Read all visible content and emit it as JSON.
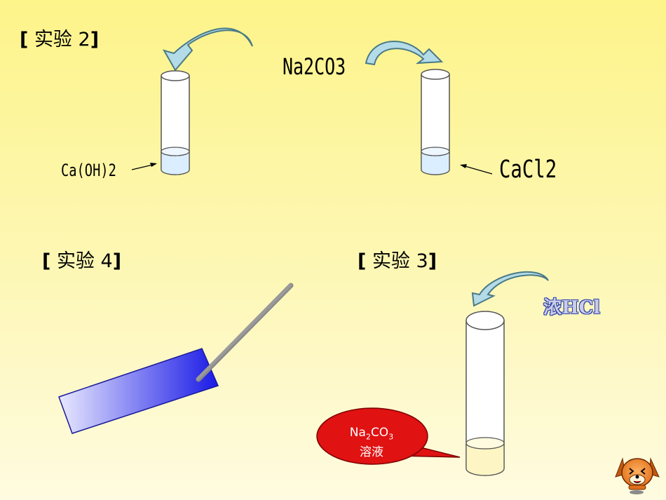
{
  "experiment2": {
    "open": "[",
    "name": "实验",
    "num": "2",
    "close": "]"
  },
  "experiment4": {
    "open": "[",
    "name": "实验",
    "num": "4",
    "close": "]"
  },
  "experiment3": {
    "open": "[",
    "name": "实验",
    "num": "3",
    "close": "]"
  },
  "reagents": {
    "na2co3": "Na2CO3",
    "caoh2": "Ca(OH)2",
    "cacl2": "CaCl2",
    "hcl": "浓HCl"
  },
  "bubble": {
    "na": "Na",
    "sub2": "2",
    "co": "CO",
    "sub3": "3",
    "line2": "溶液",
    "color": "#e01212"
  },
  "colors": {
    "arrow_fill": "#b4dce8",
    "arrow_stroke": "#4a7a86",
    "liquid_blue": "#dbeeff",
    "liquid_yellow": "#fdf6c4",
    "strip_dark": "#1a1ae6",
    "strip_light": "#e8e8ff"
  }
}
